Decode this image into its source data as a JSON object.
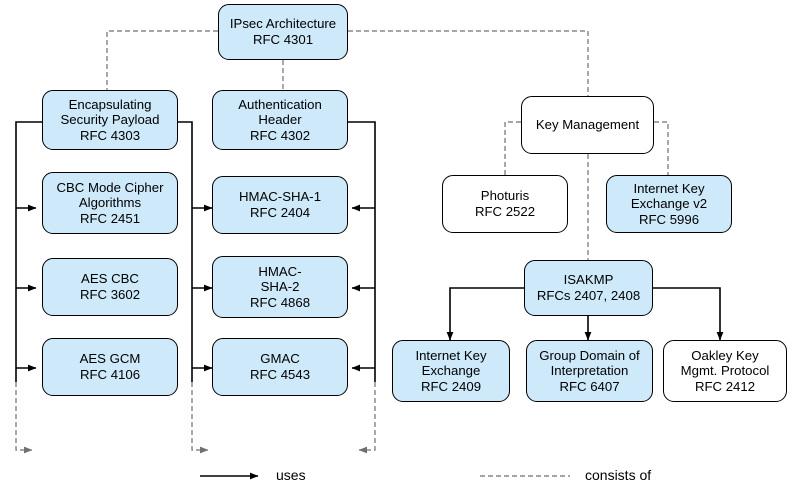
{
  "diagram": {
    "title_node": {
      "lines": [
        "IPsec Architecture",
        "RFC 4301"
      ]
    },
    "colors": {
      "node_fill_blue": "#cde9fa",
      "node_fill_white": "#ffffff",
      "node_stroke": "#000000",
      "uses_line": "#000000",
      "consists_of_line": "#808080",
      "background": "#ffffff"
    },
    "nodes": [
      {
        "id": "ipsec-architecture",
        "lines": [
          "IPsec Architecture",
          "RFC 4301"
        ],
        "fill": "blue"
      },
      {
        "id": "esp",
        "lines": [
          "Encapsulating",
          "Security Payload",
          "RFC 4303"
        ],
        "fill": "blue"
      },
      {
        "id": "cbc-mode-cipher",
        "lines": [
          "CBC Mode Cipher",
          "Algorithms",
          "RFC 2451"
        ],
        "fill": "blue"
      },
      {
        "id": "aes-cbc",
        "lines": [
          "AES CBC",
          "RFC 3602"
        ],
        "fill": "blue"
      },
      {
        "id": "aes-gcm",
        "lines": [
          "AES GCM",
          "RFC 4106"
        ],
        "fill": "blue"
      },
      {
        "id": "authentication-header",
        "lines": [
          "Authentication",
          "Header",
          "RFC 4302"
        ],
        "fill": "blue"
      },
      {
        "id": "hmac-sha-1",
        "lines": [
          "HMAC-SHA-1",
          "RFC 2404"
        ],
        "fill": "blue"
      },
      {
        "id": "hmac-sha-2",
        "lines": [
          "HMAC-",
          "SHA-2",
          "RFC 4868"
        ],
        "fill": "blue"
      },
      {
        "id": "gmac",
        "lines": [
          "GMAC",
          "RFC 4543"
        ],
        "fill": "blue"
      },
      {
        "id": "key-management",
        "lines": [
          "Key Management"
        ],
        "fill": "white"
      },
      {
        "id": "photuris",
        "lines": [
          "Photuris",
          "RFC 2522"
        ],
        "fill": "white"
      },
      {
        "id": "ikev2",
        "lines": [
          "Internet Key",
          "Exchange v2",
          "RFC 5996"
        ],
        "fill": "blue"
      },
      {
        "id": "isakmp",
        "lines": [
          "ISAKMP",
          "RFCs 2407, 2408"
        ],
        "fill": "blue"
      },
      {
        "id": "ike",
        "lines": [
          "Internet Key",
          "Exchange",
          "RFC 2409"
        ],
        "fill": "blue"
      },
      {
        "id": "gdoi",
        "lines": [
          "Group Domain of",
          "Interpretation",
          "RFC 6407"
        ],
        "fill": "blue"
      },
      {
        "id": "oakley",
        "lines": [
          "Oakley Key",
          "Mgmt. Protocol",
          "RFC 2412"
        ],
        "fill": "white"
      }
    ],
    "legend": {
      "uses_label": "uses",
      "consists_of_label": "consists of"
    }
  }
}
